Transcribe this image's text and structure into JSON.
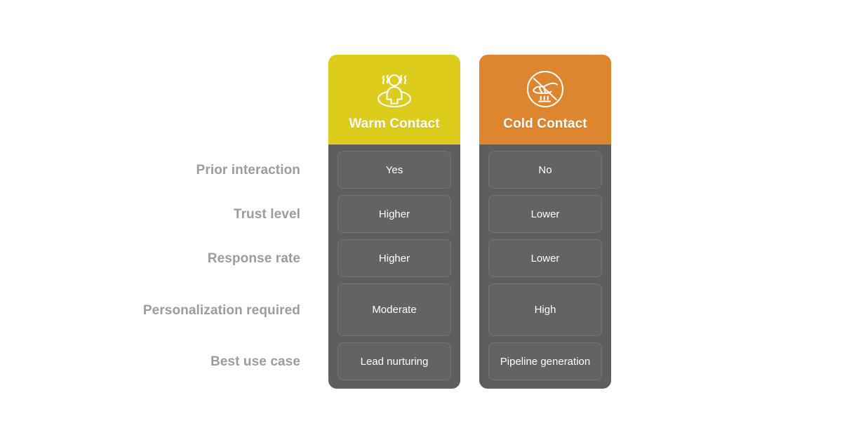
{
  "theme": {
    "background": "#ffffff",
    "warm_accent": "#dccd1c",
    "cold_accent": "#dd852f",
    "panel_gray": "#5e5e5e",
    "cell_gray": "#636363",
    "cell_border": "#747474",
    "label_gray": "#9c9c9c",
    "value_text": "#ffffff"
  },
  "columns": [
    {
      "id": "warm",
      "title": "Warm Contact",
      "icon": "person-heat-waves-icon",
      "accent": "#dccd1c"
    },
    {
      "id": "cold",
      "title": "Cold Contact",
      "icon": "hand-over-cold-waves-icon",
      "accent": "#dd852f"
    }
  ],
  "rows": [
    {
      "label": "Prior interaction",
      "warm": "Yes",
      "cold": "No",
      "size": "sm"
    },
    {
      "label": "Trust level",
      "warm": "Higher",
      "cold": "Lower",
      "size": "sm"
    },
    {
      "label": "Response rate",
      "warm": "Higher",
      "cold": "Lower",
      "size": "sm"
    },
    {
      "label": "Personalization required",
      "warm": "Moderate",
      "cold": "High",
      "size": "lg"
    },
    {
      "label": "Best use case",
      "warm": "Lead nurturing",
      "cold": "Pipeline generation",
      "size": "sm"
    }
  ]
}
